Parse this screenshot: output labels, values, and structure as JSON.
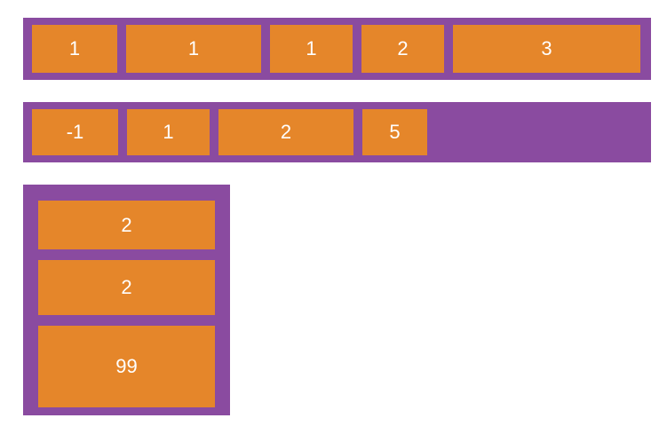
{
  "colors": {
    "container_background": "#8a4ba0",
    "item_background": "#e5862a",
    "item_text": "#ffffff",
    "page_background": "#ffffff"
  },
  "containers": [
    {
      "name": "row-1",
      "direction": "row",
      "items": [
        {
          "label": "1"
        },
        {
          "label": "1"
        },
        {
          "label": "1"
        },
        {
          "label": "2"
        },
        {
          "label": "3"
        }
      ]
    },
    {
      "name": "row-2",
      "direction": "row",
      "items": [
        {
          "label": "-1"
        },
        {
          "label": "1"
        },
        {
          "label": "2"
        },
        {
          "label": "5"
        }
      ]
    },
    {
      "name": "column-3",
      "direction": "column",
      "items": [
        {
          "label": "2"
        },
        {
          "label": "2"
        },
        {
          "label": "99"
        }
      ]
    }
  ]
}
